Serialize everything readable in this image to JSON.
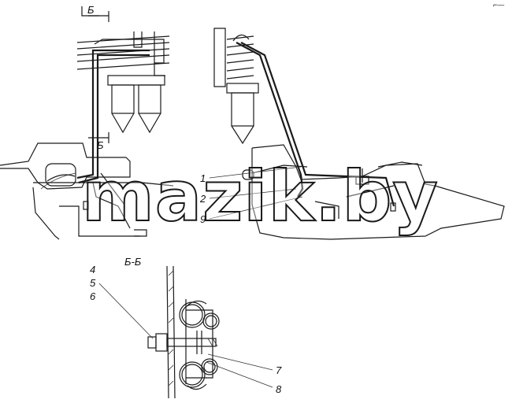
{
  "section_marks": {
    "top": "Б",
    "bottom": "Б",
    "section_title": "Б-Б"
  },
  "callouts": {
    "c1": "1",
    "c2": "2",
    "c9": "9",
    "c4": "4",
    "c5": "5",
    "c6": "6",
    "c7": "7",
    "c8": "8"
  },
  "watermark": {
    "text": "mazik.by"
  },
  "corner_mark": "⌐—"
}
